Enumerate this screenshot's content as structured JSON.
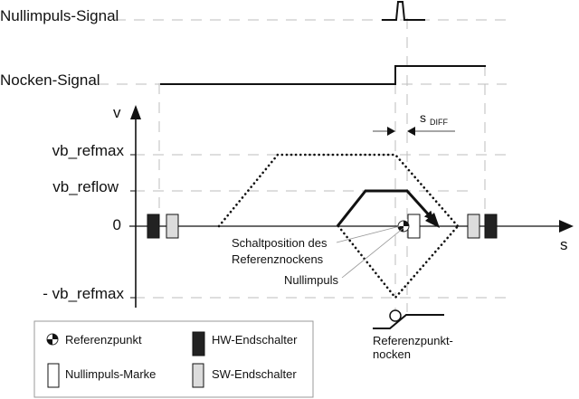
{
  "signals": {
    "nullimpuls_label": "Nullimpuls-Signal",
    "nocken_label": "Nocken-Signal"
  },
  "axes": {
    "v_label": "v",
    "s_label": "s",
    "y_ticks": {
      "vb_refmax": "vb_refmax",
      "vb_reflow": "vb_reflow",
      "zero": "0",
      "neg_vb_refmax": "- vb_refmax"
    }
  },
  "annotations": {
    "s_diff_main": "s",
    "s_diff_sub": "DIFF",
    "schaltposition_line1": "Schaltposition des",
    "schaltposition_line2": "Referenznockens",
    "nullimpuls": "Nullimpuls",
    "cam_line1": "Referenzpunkt-",
    "cam_line2": "nocken"
  },
  "legend": {
    "referenzpunkt": "Referenzpunkt",
    "hw_endschalter": "HW-Endschalter",
    "nullimpuls_marke": "Nullimpuls-Marke",
    "sw_endschalter": "SW-Endschalter"
  },
  "colors": {
    "hw_endschalter": "#222222",
    "sw_endschalter": "#dcdcdc",
    "nullimpuls_marke": "#ffffff",
    "guide": "#bdbdbd"
  }
}
